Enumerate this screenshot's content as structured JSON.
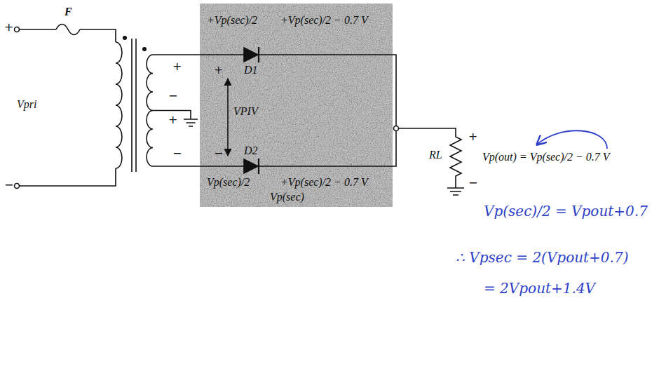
{
  "diagram": {
    "nodes": [
      {
        "text": [
          "+Vp(sec)/2",
          "+Vp(sec)/2 − 0.7 V",
          "D1",
          "+",
          "VPIV",
          "−",
          "D2",
          "Vp(sec)/2",
          "+Vp(sec)/2 − 0.7 V",
          "Vp(sec)"
        ]
      }
    ],
    "labels": [
      "F",
      "+",
      "−",
      "Vpri",
      "+",
      "−",
      "+",
      "−",
      "RL",
      "+",
      "Vp(out) = Vp(sec)/2 − 0.7 V",
      "−",
      "Vp(sec)/2 = Vpout+0.7",
      "∴ Vpsec = 2(Vpout+0.7)",
      "= 2Vpout+1.4V"
    ]
  }
}
